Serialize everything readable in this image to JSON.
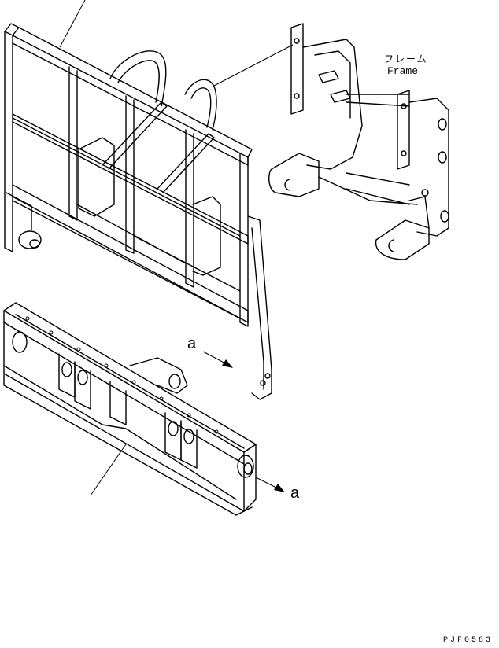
{
  "labels": {
    "frame_jp": "フレーム",
    "frame_en": "Frame",
    "arrow_ref_1": "a",
    "arrow_ref_2": "a"
  },
  "drawing_code": "PJF0583",
  "colors": {
    "line": "#000000",
    "background": "#ffffff"
  }
}
